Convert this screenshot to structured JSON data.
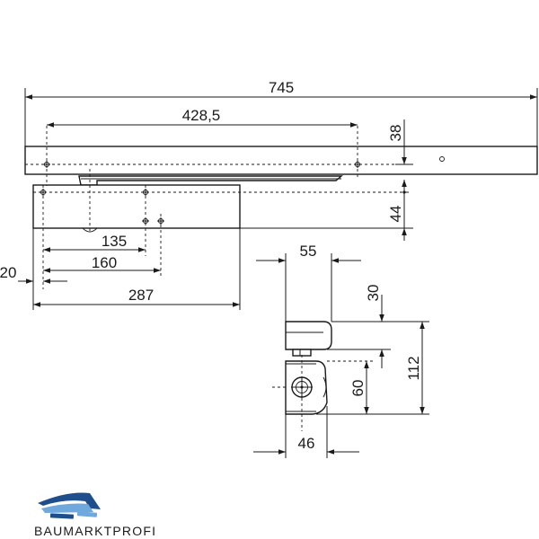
{
  "dimensions": {
    "overall_length": "745",
    "hole_spacing_track": "428,5",
    "track_height": "38",
    "body_height": "44",
    "body_hole_135": "135",
    "body_hole_160": "160",
    "edge_offset": "20",
    "body_length": "287",
    "arm_width_55": "55",
    "arm_height_30": "30",
    "total_height_112": "112",
    "shaft_height_60": "60",
    "shaft_width_46": "46"
  },
  "brand": {
    "name": "BAUMARKTPROFI",
    "color_dark": "#1e4f8c",
    "color_light": "#6fa8dc"
  }
}
